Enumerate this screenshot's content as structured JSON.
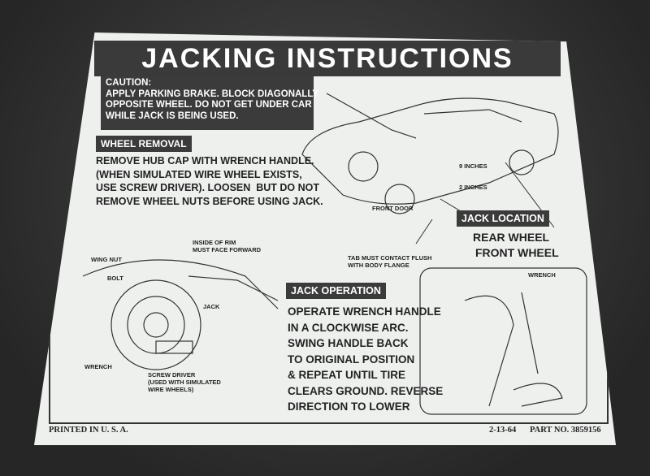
{
  "title": "JACKING INSTRUCTIONS",
  "caution": {
    "heading": "CAUTION:",
    "text": "APPLY PARKING BRAKE. BLOCK DIAGONALLY\nOPPOSITE WHEEL. DO NOT GET UNDER CAR\nWHILE JACK IS BEING USED."
  },
  "wheel_removal": {
    "heading": "WHEEL REMOVAL",
    "text": "REMOVE HUB CAP WITH WRENCH HANDLE.\n(WHEN SIMULATED WIRE WHEEL EXISTS,\nUSE SCREW DRIVER). LOOSEN  BUT DO NOT\nREMOVE WHEEL NUTS BEFORE USING JACK."
  },
  "wheel_diagram": {
    "wing_nut": "WING NUT",
    "bolt": "BOLT",
    "rim": "INSIDE OF RIM\nMUST FACE FORWARD",
    "jack": "JACK",
    "wrench": "WRENCH",
    "screw_driver": "SCREW DRIVER\n(USED WITH SIMULATED\nWIRE WHEELS)"
  },
  "car_diagram": {
    "nine_inches": "9 INCHES",
    "two_inches": "2 INCHES",
    "front_door": "FRONT DOOR",
    "tab": "TAB MUST CONTACT FLUSH\nWITH BODY FLANGE",
    "wrench": "WRENCH"
  },
  "jack_location": {
    "heading": "JACK LOCATION",
    "rear": "REAR WHEEL",
    "front": "FRONT WHEEL"
  },
  "jack_operation": {
    "heading": "JACK OPERATION",
    "text": "OPERATE WRENCH HANDLE\nIN A CLOCKWISE ARC.\nSWING HANDLE BACK\nTO ORIGINAL POSITION\n& REPEAT UNTIL TIRE\nCLEARS GROUND. REVERSE\nDIRECTION TO LOWER"
  },
  "footer": {
    "printed": "PRINTED IN U. S. A.",
    "date": "2-13-64",
    "part": "PART NO. 3859156"
  }
}
